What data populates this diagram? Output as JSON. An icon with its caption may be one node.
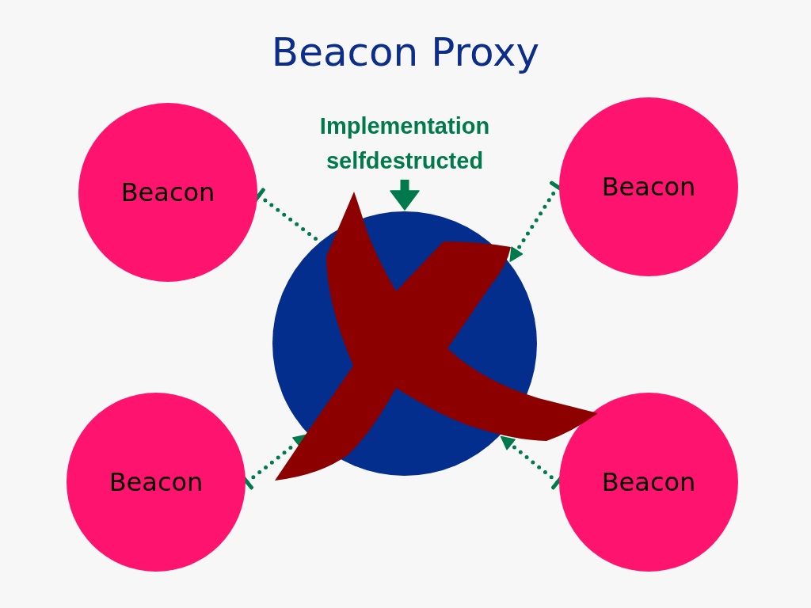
{
  "diagram": {
    "title": "Beacon Proxy",
    "nodes": [
      {
        "text": [
          "Beacon"
        ]
      },
      {
        "text": [
          "Implementation selfdestructed"
        ]
      },
      {
        "text": [
          "Beacon"
        ]
      },
      {
        "text": [],
        "shape": "circle"
      },
      {
        "text": [
          "Beacon"
        ]
      },
      {
        "text": [
          "Beacon"
        ]
      }
    ],
    "edges": [
      {
        "from": 0,
        "to": 3,
        "arrow": "other",
        "style": "dashed"
      },
      {
        "from": 2,
        "to": 3,
        "arrow": "to",
        "style": "dashed"
      },
      {
        "from": 4,
        "to": 3,
        "arrow": "to",
        "style": "dashed"
      },
      {
        "from": 5,
        "to": 3,
        "arrow": "to",
        "style": "dashed"
      },
      {
        "from": 1,
        "to": 3,
        "arrow": "to",
        "style": "thick"
      }
    ]
  }
}
